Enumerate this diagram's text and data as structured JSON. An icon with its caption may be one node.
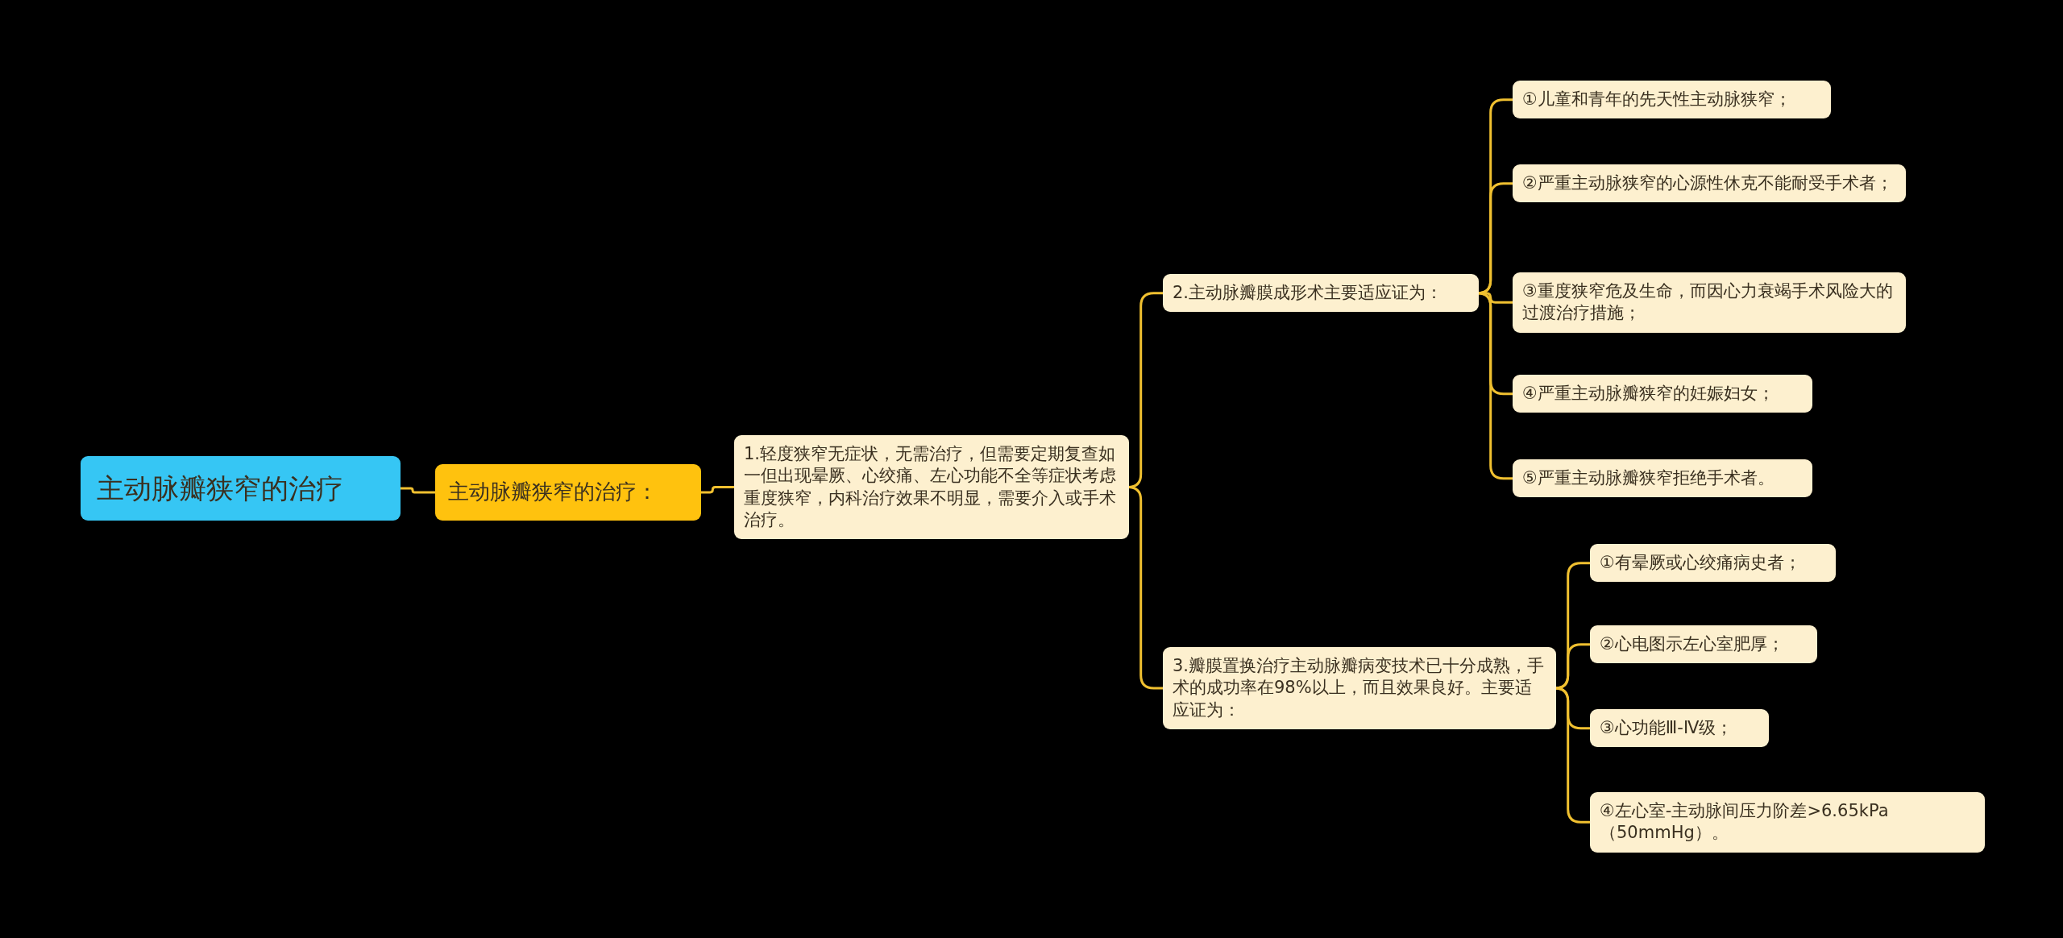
{
  "diagram": {
    "nodes": [
      {
        "text": [
          "主动脉瓣狭窄的治疗"
        ]
      },
      {
        "text": [
          "主动脉瓣狭窄的治疗："
        ]
      },
      {
        "text": [
          "1.轻度狭窄无症状，无需治疗，但需要定期复查如一但出现晕厥、心绞痛、左心功能不全等症状考虑重度狭窄，内科治疗效果不明显，需要介入或手术治疗。"
        ]
      },
      {
        "text": [
          "2.主动脉瓣膜成形术主要适应证为："
        ]
      },
      {
        "text": [
          "①儿童和青年的先天性主动脉狭窄；"
        ]
      },
      {
        "text": [
          "②严重主动脉狭窄的心源性休克不能耐受手术者；"
        ]
      },
      {
        "text": [
          "③重度狭窄危及生命，而因心力衰竭手术风险大的过渡治疗措施；"
        ]
      },
      {
        "text": [
          "④严重主动脉瓣狭窄的妊娠妇女；"
        ]
      },
      {
        "text": [
          "⑤严重主动脉瓣狭窄拒绝手术者。"
        ]
      },
      {
        "text": [
          "3.瓣膜置换治疗主动脉瓣病变技术已十分成熟，手术的成功率在98%以上，而且效果良好。主要适应证为："
        ]
      },
      {
        "text": [
          "①有晕厥或心绞痛病史者；"
        ]
      },
      {
        "text": [
          "②心电图示左心室肥厚；"
        ]
      },
      {
        "text": [
          "③心功能Ⅲ-Ⅳ级；"
        ]
      },
      {
        "text": [
          "④左心室-主动脉间压力阶差>6.65kPa（50mmHg）。"
        ]
      }
    ],
    "edges": [
      {
        "from": 0,
        "to": 1,
        "arrow": "none"
      },
      {
        "from": 1,
        "to": 2,
        "arrow": "none"
      },
      {
        "from": 2,
        "to": 3,
        "arrow": "none"
      },
      {
        "from": 2,
        "to": 9,
        "arrow": "none"
      },
      {
        "from": 3,
        "to": 4,
        "arrow": "none"
      },
      {
        "from": 3,
        "to": 5,
        "arrow": "none"
      },
      {
        "from": 3,
        "to": 6,
        "arrow": "none"
      },
      {
        "from": 3,
        "to": 7,
        "arrow": "none"
      },
      {
        "from": 3,
        "to": 8,
        "arrow": "none"
      },
      {
        "from": 9,
        "to": 10,
        "arrow": "none"
      },
      {
        "from": 9,
        "to": 11,
        "arrow": "none"
      },
      {
        "from": 9,
        "to": 12,
        "arrow": "none"
      },
      {
        "from": 9,
        "to": 13,
        "arrow": "none"
      }
    ]
  }
}
